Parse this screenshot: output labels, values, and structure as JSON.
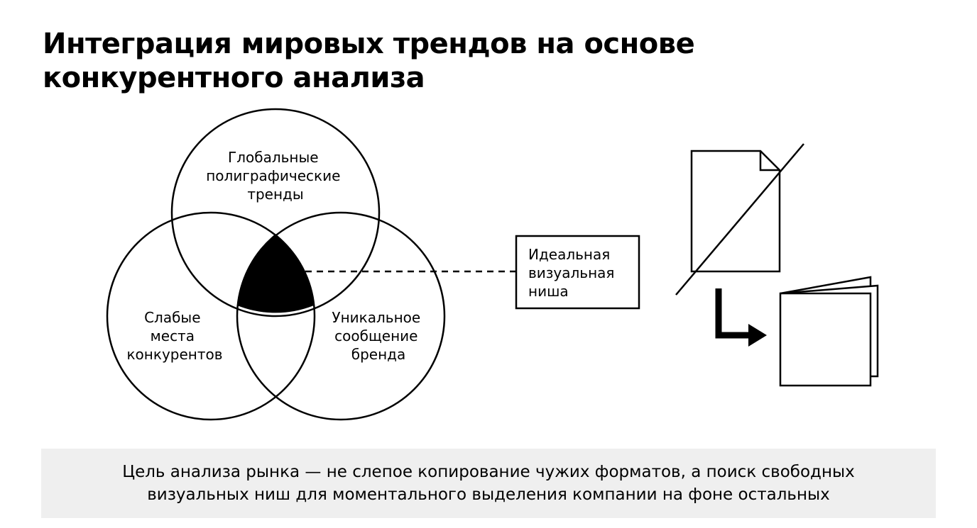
{
  "title": {
    "line1": "Интеграция мировых трендов на основе",
    "line2": "конкурентного анализа"
  },
  "venn": {
    "top": [
      "Глобальные",
      "полиграфические",
      "тренды"
    ],
    "left": [
      "Слабые",
      "места",
      "конкурентов"
    ],
    "right": [
      "Уникальное",
      "сообщение",
      "бренда"
    ]
  },
  "result_box": [
    "Идеальная",
    "визуальная",
    "ниша"
  ],
  "icons": {
    "crossed_document": "crossed-out-document-icon",
    "arrow": "corner-arrow-right-icon",
    "booklet": "folded-booklet-icon"
  },
  "footer": {
    "line1": "Цель анализа рынка — не слепое копирование чужих форматов, а поиск свободных",
    "line2": "визуальных ниш для моментального выделения компании на фоне остальных"
  }
}
